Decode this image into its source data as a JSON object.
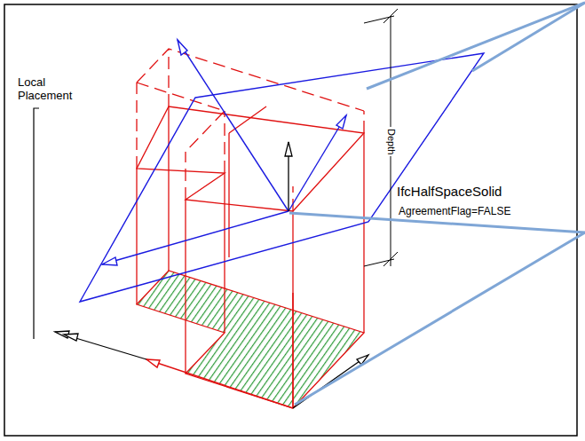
{
  "diagram": {
    "labels": [
      "Local Placement",
      "IfcHalfSpaceSolid",
      "AgreementFlag=FALSE",
      "Depth"
    ]
  }
}
